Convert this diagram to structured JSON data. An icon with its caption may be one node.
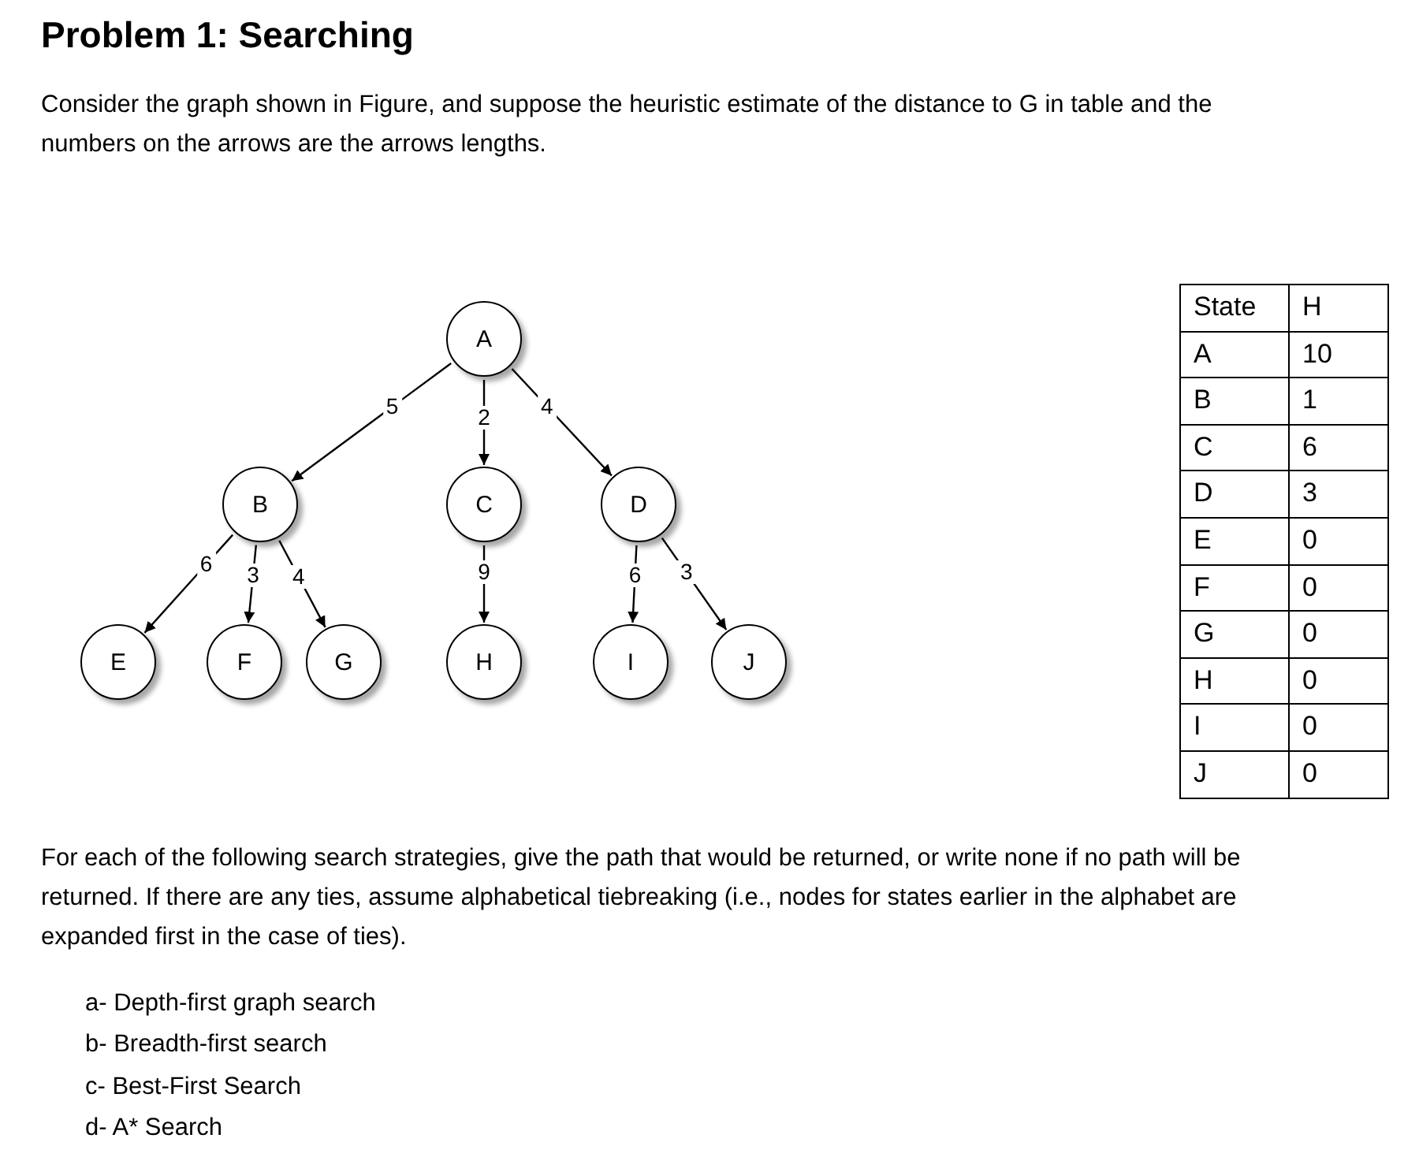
{
  "diagram": {
    "title": "Problem 1: Searching",
    "nodes": [
      {
        "text": [
          "A"
        ]
      },
      {
        "text": [
          "B"
        ]
      },
      {
        "text": [
          "C"
        ]
      },
      {
        "text": [
          "D"
        ]
      },
      {
        "text": [
          "E"
        ]
      },
      {
        "text": [
          "F"
        ]
      },
      {
        "text": [
          "G"
        ]
      },
      {
        "text": [
          "H"
        ]
      },
      {
        "text": [
          "I"
        ]
      },
      {
        "text": [
          "J"
        ]
      }
    ],
    "edges": [
      {
        "from": 0,
        "to": 1,
        "arrow": "to",
        "label": "5"
      },
      {
        "from": 0,
        "to": 2,
        "arrow": "to",
        "label": "2"
      },
      {
        "from": 0,
        "to": 3,
        "arrow": "to",
        "label": "4"
      },
      {
        "from": 1,
        "to": 4,
        "arrow": "to",
        "label": "6"
      },
      {
        "from": 1,
        "to": 5,
        "arrow": "to",
        "label": "3"
      },
      {
        "from": 1,
        "to": 6,
        "arrow": "to",
        "label": "4"
      },
      {
        "from": 2,
        "to": 7,
        "arrow": "to",
        "label": "9"
      },
      {
        "from": 3,
        "to": 8,
        "arrow": "to",
        "label": "6"
      },
      {
        "from": 3,
        "to": 9,
        "arrow": "to",
        "label": "3"
      }
    ],
    "labels": [
      "Consider the graph shown in Figure, and suppose the heuristic estimate of the distance to G in table and the numbers on the arrows are the arrows lengths.",
      "State",
      "H",
      "A",
      "10",
      "B",
      "1",
      "C",
      "6",
      "D",
      "3",
      "E",
      "0",
      "F",
      "0",
      "G",
      "0",
      "H",
      "0",
      "I",
      "0",
      "J",
      "0",
      "For each of the following search strategies, give the path that would be returned, or write none if no path will be returned. If there are any ties, assume alphabetical tiebreaking (i.e., nodes for states earlier in the alphabet are expanded first in the case of ties).",
      "a- Depth-first graph search",
      "b- Breadth-first search",
      "c- Best-First Search",
      "d- A* Search"
    ]
  }
}
